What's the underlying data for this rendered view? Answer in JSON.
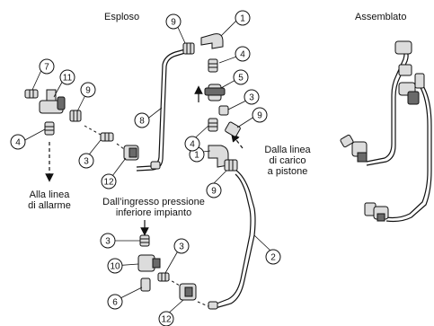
{
  "titles": {
    "exploded": "Esploso",
    "assembled": "Assemblato"
  },
  "notes": {
    "alarm_line_1": "Alla linea",
    "alarm_line_2": "di allarme",
    "piston_line_1": "Dalla linea",
    "piston_line_2": "di carico",
    "piston_line_3": "a pistone",
    "inlet_line_1": "Dall’ingresso pressione",
    "inlet_line_2": "inferiore impianto"
  },
  "callouts": [
    "1",
    "1",
    "2",
    "3",
    "3",
    "3",
    "3",
    "4",
    "4",
    "4",
    "5",
    "6",
    "7",
    "8",
    "9",
    "9",
    "9",
    "9",
    "10",
    "11",
    "12",
    "12"
  ],
  "colors": {
    "line": "#111111",
    "fitting_fill": "#dcdcdc",
    "fitting_dark": "#6a6a6a"
  }
}
